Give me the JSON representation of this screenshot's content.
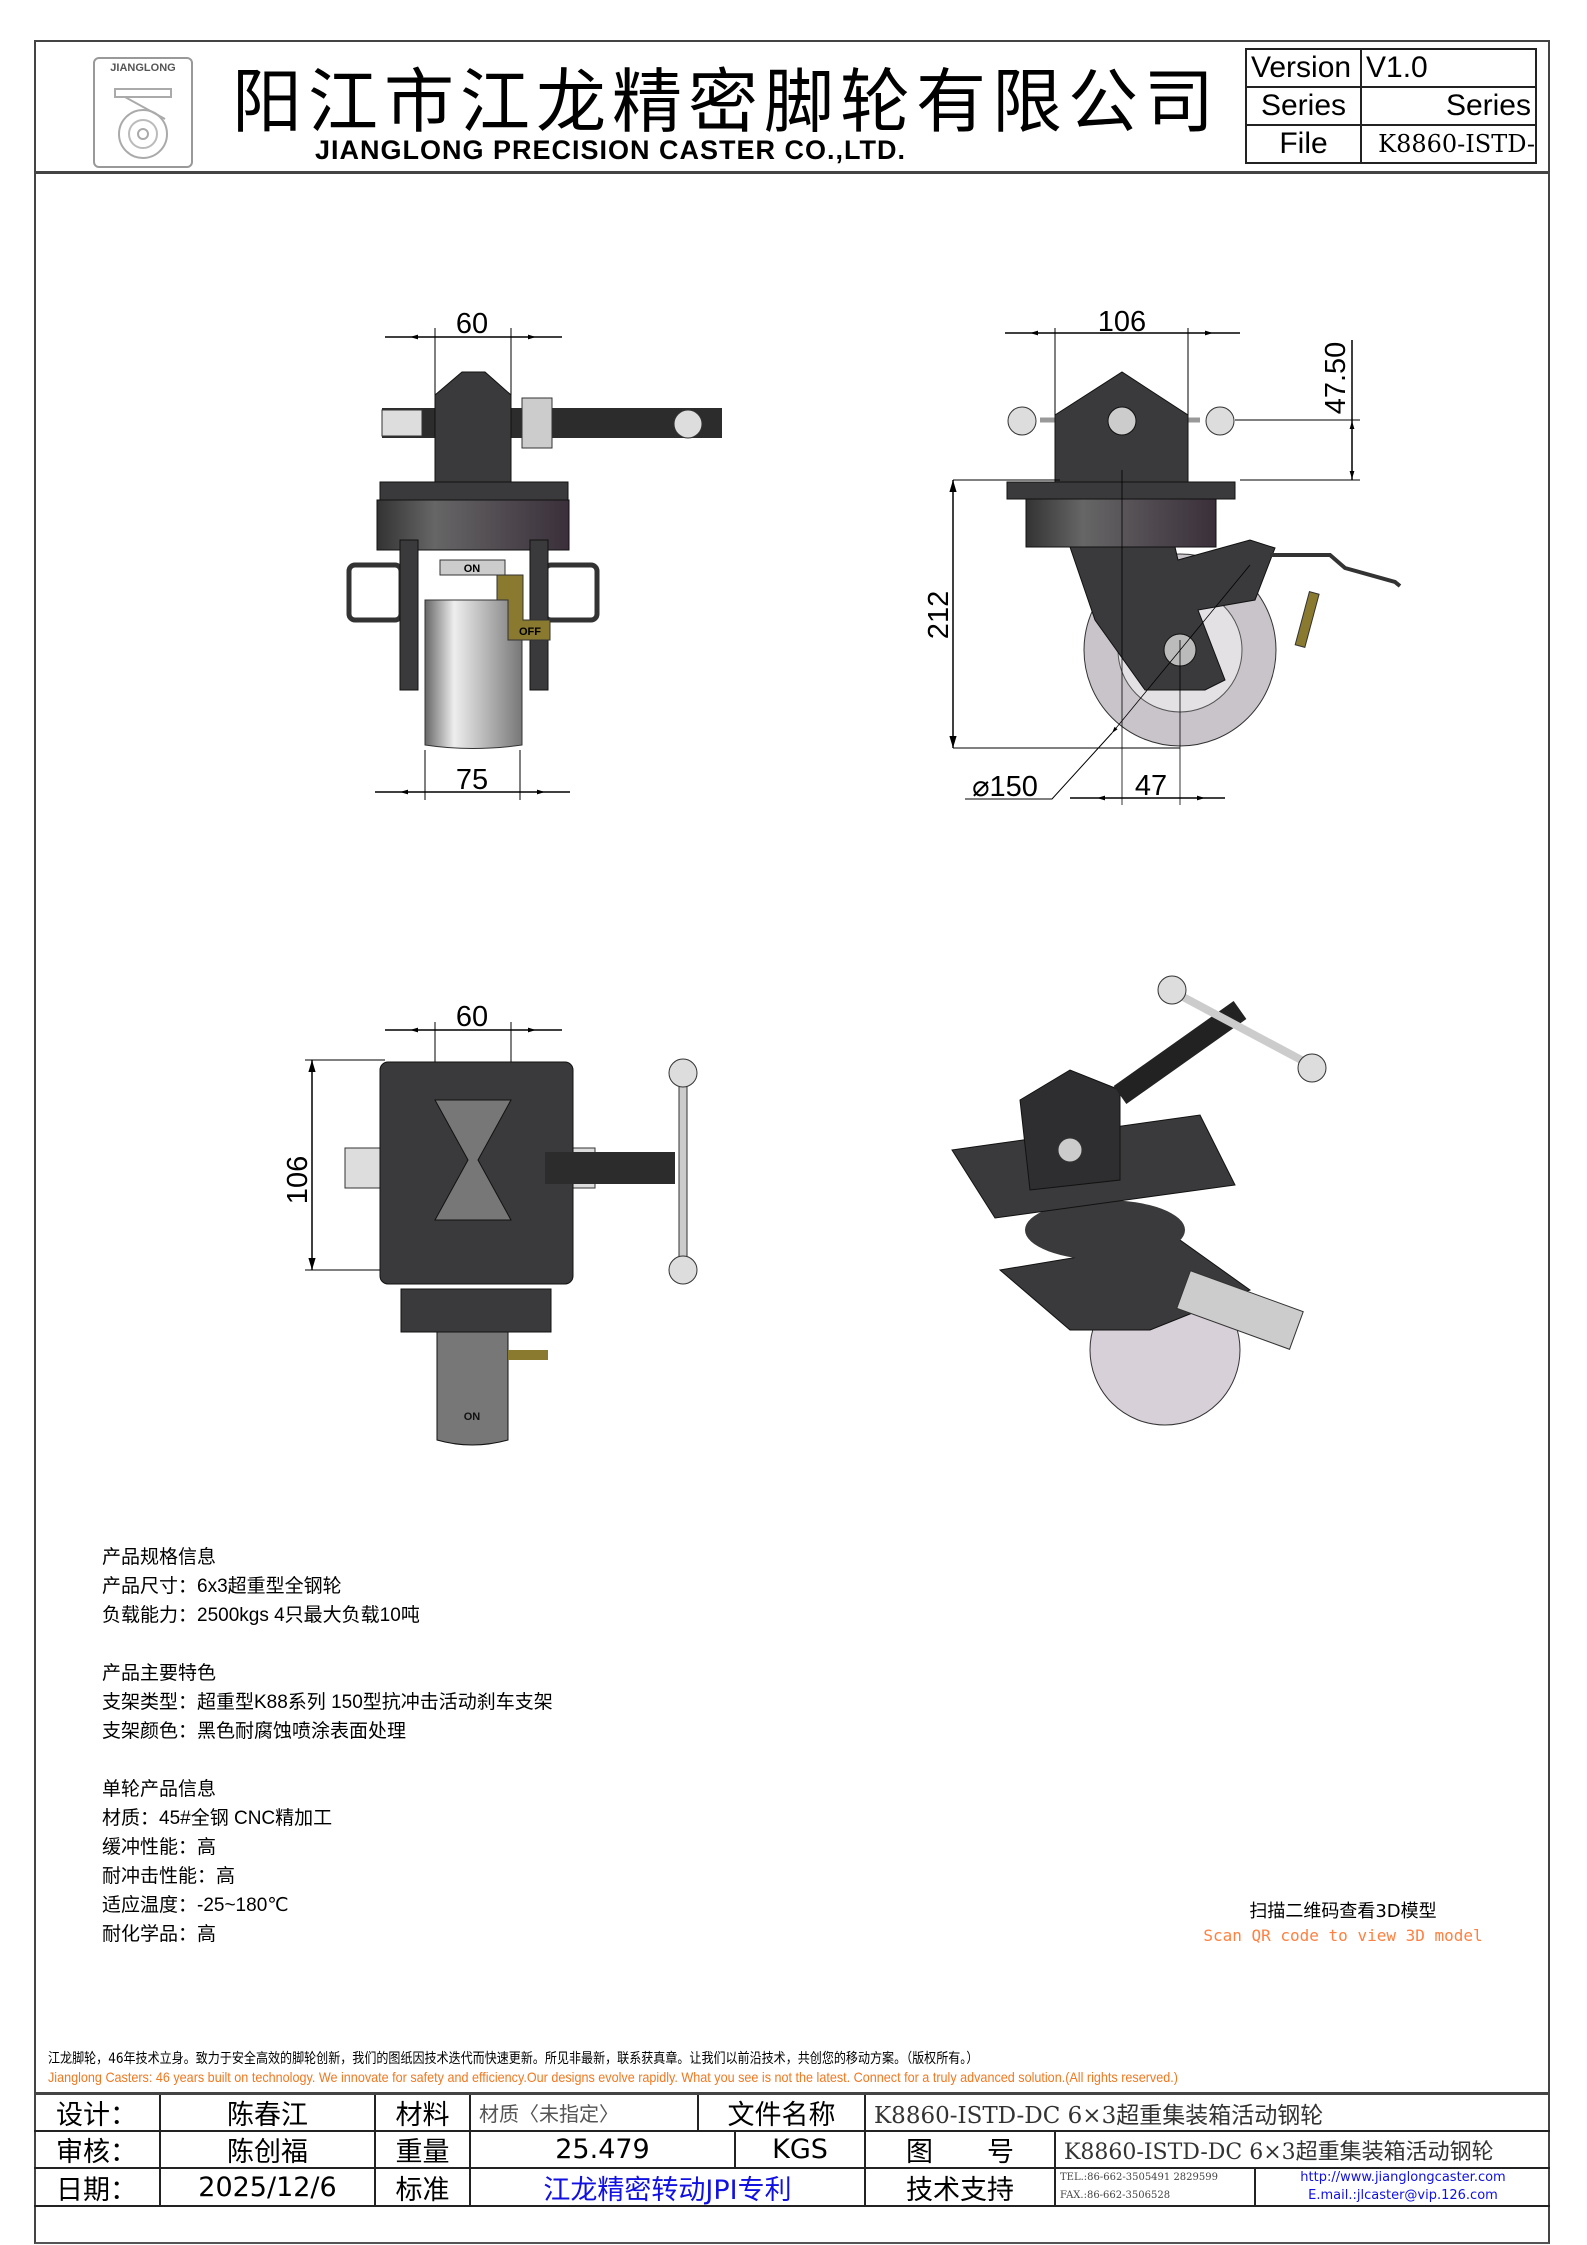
{
  "header": {
    "logo_text": "JIANGLONG",
    "company_cn": "阳江市江龙精密脚轮有限公司",
    "company_en": "JIANGLONG PRECISION CASTER CO.,LTD.",
    "info": {
      "version_label": "Version",
      "version_value": "V1.0",
      "series_label": "Series",
      "series_value": "Series",
      "file_label": "File",
      "file_value": "K8860-ISTD-"
    }
  },
  "drawings": {
    "front_view": {
      "top_width": "60",
      "wheel_width": "75",
      "label_on": "ON",
      "label_off": "OFF"
    },
    "side_view": {
      "width": "106",
      "pin_height": "47.50",
      "total_height": "212",
      "wheel_diameter": "⌀150",
      "offset": "47"
    },
    "top_view": {
      "width": "60",
      "depth": "106",
      "label_on": "ON"
    }
  },
  "specs": {
    "sections": [
      {
        "title": "产品规格信息",
        "lines": [
          "产品尺寸：6x3超重型全钢轮",
          "负载能力：2500kgs 4只最大负载10吨"
        ]
      },
      {
        "title": "产品主要特色",
        "lines": [
          "支架类型：超重型K88系列 150型抗冲击活动刹车支架",
          "支架颜色：黑色耐腐蚀喷涂表面处理"
        ]
      },
      {
        "title": "单轮产品信息",
        "lines": [
          "材质：45#全钢 CNC精加工",
          "缓冲性能：高",
          "耐冲击性能：高",
          "适应温度：-25~180℃",
          "耐化学品：高"
        ]
      }
    ]
  },
  "qr": {
    "cn": "扫描二维码查看3D模型",
    "en": "Scan QR code to view 3D model"
  },
  "footer": {
    "note_cn": "江龙脚轮，46年技术立身。致力于安全高效的脚轮创新，我们的图纸因技术迭代而快速更新。所见非最新，联系获真章。让我们以前沿技术，共创您的移动方案。（版权所有。）",
    "note_en": "Jianglong Casters: 46 years built on technology. We innovate for safety and efficiency.Our designs evolve rapidly. What you see is not the latest. Connect for a truly advanced solution.(All rights reserved.)"
  },
  "title_block": {
    "design_label": "设计：",
    "designer": "陈春江",
    "material_label": "材料",
    "material": "材质〈未指定〉",
    "filename_label": "文件名称",
    "filename": "K8860-ISTD-DC 6×3超重集装箱活动钢轮",
    "review_label": "审核：",
    "reviewer": "陈创福",
    "weight_label": "重量",
    "weight": "25.479",
    "weight_unit": "KGS",
    "drawing_no_label": "图　　号",
    "drawing_no": "K8860-ISTD-DC 6×3超重集装箱活动钢轮",
    "date_label": "日期：",
    "date": "2025/12/6",
    "standard_label": "标准",
    "standard": "江龙精密转动JPI专利",
    "support_label": "技术支持",
    "tel": "TEL.:86-662-3505491 2829599",
    "fax": "FAX.:86-662-3506528",
    "url": "http://www.jianglongcaster.com",
    "email": "E.mail.:jlcaster@vip.126.com"
  },
  "colors": {
    "orange": "#f07820",
    "blue": "#1010e0",
    "body": "#3a3a3c",
    "brass": "#8a7a30"
  }
}
